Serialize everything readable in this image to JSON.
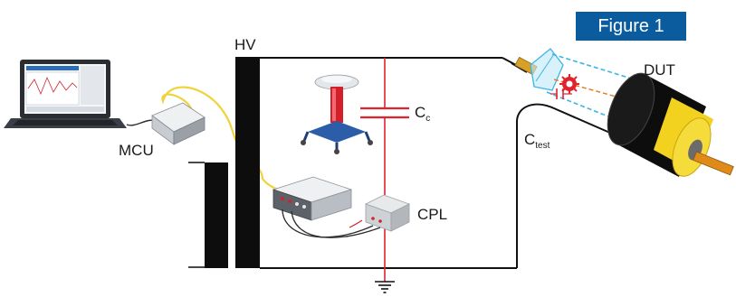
{
  "figure_badge": "Figure 1",
  "labels": {
    "hv": "HV",
    "mcu": "MCU",
    "cpl": "CPL",
    "dut": "DUT",
    "cc_main": "C",
    "cc_sub": "c",
    "ctest_main": "C",
    "ctest_sub": "test"
  },
  "components": [
    "laptop",
    "mcu",
    "hv-transformer",
    "hv-source",
    "coupling-capacitor",
    "measuring-instrument",
    "coupler",
    "cable-dut",
    "ground"
  ],
  "colors": {
    "badge": "#0b5c9e",
    "hv_line": "#111111",
    "coupling_line": "#e0232d",
    "fiber": "#f0d23a",
    "dut_outline": "#3cb4e6",
    "dut_path": "#e07a1a"
  }
}
